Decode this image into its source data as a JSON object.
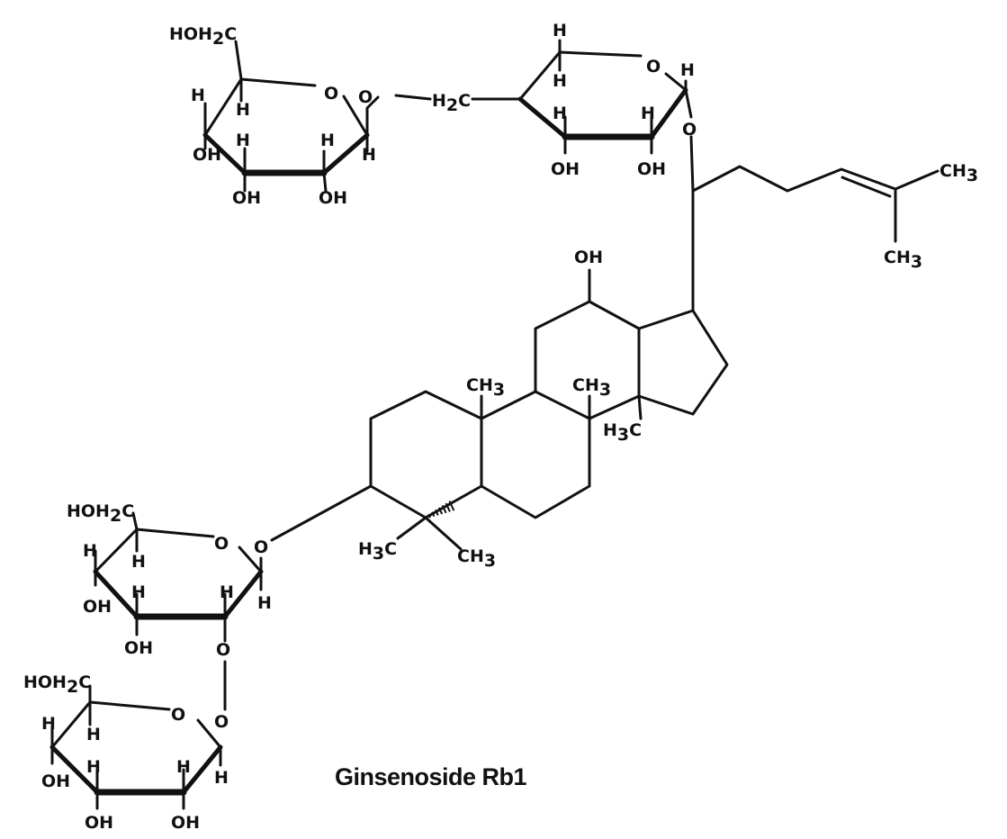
{
  "title": "Ginsenoside Rb1",
  "labels": {
    "hoh2c": "HOH",
    "c": "C",
    "sub2": "2",
    "sub3": "3",
    "o": "O",
    "h": "H",
    "oh": "OH",
    "ch": "CH",
    "h3c": "H",
    "h2c": "H",
    "ch3": "CH"
  },
  "colors": {
    "ink": "#111111",
    "background": "#ffffff"
  }
}
